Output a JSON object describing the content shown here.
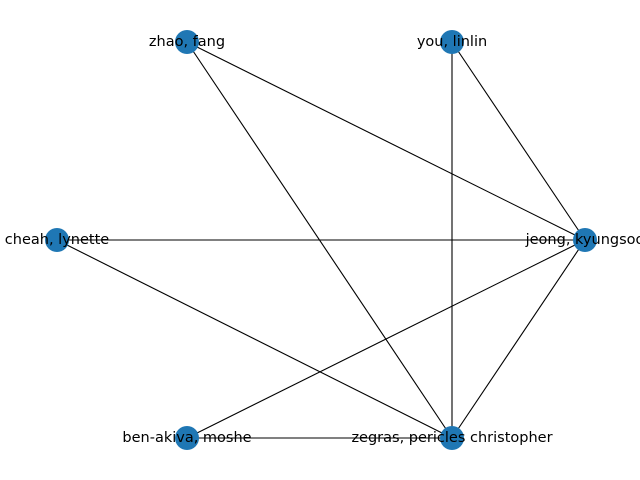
{
  "graph": {
    "node_color": "#1f77b4",
    "edge_color": "#000000",
    "nodes": [
      {
        "id": "zhao",
        "label": "zhao, fang"
      },
      {
        "id": "you",
        "label": "you, linlin"
      },
      {
        "id": "cheah",
        "label": "cheah, lynette"
      },
      {
        "id": "jeong",
        "label": "jeong, kyungsoo"
      },
      {
        "id": "benakiva",
        "label": "ben-akiva, moshe"
      },
      {
        "id": "zegras",
        "label": "zegras, pericles christopher"
      }
    ],
    "edges": [
      [
        "zhao",
        "jeong"
      ],
      [
        "zhao",
        "zegras"
      ],
      [
        "you",
        "jeong"
      ],
      [
        "you",
        "zegras"
      ],
      [
        "cheah",
        "jeong"
      ],
      [
        "cheah",
        "zegras"
      ],
      [
        "jeong",
        "benakiva"
      ],
      [
        "jeong",
        "zegras"
      ],
      [
        "benakiva",
        "zegras"
      ]
    ]
  }
}
